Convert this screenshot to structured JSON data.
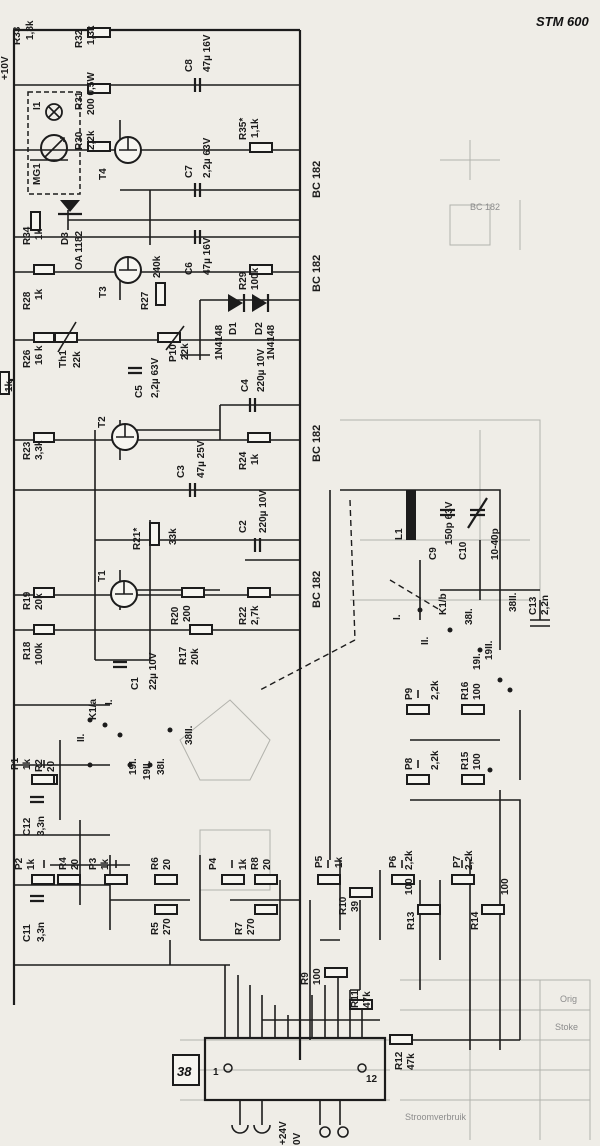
{
  "title": "STM 600",
  "connector_number": "38",
  "connector_pins": [
    "1",
    "12"
  ],
  "supply": {
    "plus10v": "+10V",
    "plus24v": "+24V",
    "zero": "0V"
  },
  "transistors": {
    "t1": "T1",
    "t2": "T2",
    "t3": "T3",
    "t4": "T4"
  },
  "transistor_types": {
    "type": "BC 182",
    "q1": "BC 182",
    "q2": "BC 182",
    "q3": "BC 182",
    "q4": "BC 182"
  },
  "resistors": {
    "r1": {
      "ref": "R1",
      "val": ""
    },
    "r2": {
      "ref": "R2",
      "val": "20"
    },
    "r4": {
      "ref": "R4",
      "val": "20"
    },
    "r5": {
      "ref": "R5",
      "val": "270"
    },
    "r6": {
      "ref": "R6",
      "val": "20"
    },
    "r7": {
      "ref": "R7",
      "val": "270"
    },
    "r8": {
      "ref": "R8",
      "val": "20"
    },
    "r9": {
      "ref": "R9",
      "val": "100"
    },
    "r10": {
      "ref": "R10",
      "val": "39"
    },
    "r11": {
      "ref": "R11",
      "val": "47k"
    },
    "r12": {
      "ref": "R12",
      "val": "47k"
    },
    "r13": {
      "ref": "R13",
      "val": "100"
    },
    "r14": {
      "ref": "R14",
      "val": "100"
    },
    "r15": {
      "ref": "R15",
      "val": "100"
    },
    "r16": {
      "ref": "R16",
      "val": "100"
    },
    "r17": {
      "ref": "R17",
      "val": "20k"
    },
    "r18": {
      "ref": "R18",
      "val": "100k"
    },
    "r19": {
      "ref": "R19",
      "val": "20k"
    },
    "r20": {
      "ref": "R20",
      "val": "200"
    },
    "r21": {
      "ref": "R21*",
      "val": "33k"
    },
    "r22": {
      "ref": "R22",
      "val": "2,7k"
    },
    "r23": {
      "ref": "R23",
      "val": "3,3k"
    },
    "r24": {
      "ref": "R24",
      "val": "1k"
    },
    "r26": {
      "ref": "R26",
      "val": "16 k"
    },
    "r27": {
      "ref": "R27",
      "val": "240k"
    },
    "r28": {
      "ref": "R28",
      "val": "1k"
    },
    "r29": {
      "ref": "R29",
      "val": "100k"
    },
    "r30": {
      "ref": "R30",
      "val": "2,2k"
    },
    "r31": {
      "ref": "R31",
      "val": "200 0,5W"
    },
    "r32": {
      "ref": "R32",
      "val": "1,3k"
    },
    "r33": {
      "ref": "R33",
      "val": "1,8k"
    },
    "r34": {
      "ref": "R34",
      "val": "1k"
    },
    "r35": {
      "ref": "R35*",
      "val": "1,1k"
    },
    "r_edge": {
      "ref": "",
      "val": "1k"
    }
  },
  "pots": {
    "p1": {
      "ref": "P1",
      "val": "1k"
    },
    "p2": {
      "ref": "P2",
      "val": "1k"
    },
    "p3": {
      "ref": "P3",
      "val": "1k"
    },
    "p4": {
      "ref": "P4",
      "val": "1k"
    },
    "p5": {
      "ref": "P5",
      "val": "1k"
    },
    "p6": {
      "ref": "P6",
      "val": "2,2k"
    },
    "p7": {
      "ref": "P7",
      "val": "2,2k"
    },
    "p8": {
      "ref": "P8",
      "val": "2,2k"
    },
    "p9": {
      "ref": "P9",
      "val": "2,2k"
    },
    "p10": {
      "ref": "P10",
      "val": "22k"
    }
  },
  "capacitors": {
    "c1": {
      "ref": "C1",
      "val": "22µ 10V"
    },
    "c2": {
      "ref": "C2",
      "val": "220µ 10V"
    },
    "c3": {
      "ref": "C3",
      "val": "47µ 25V"
    },
    "c4": {
      "ref": "C4",
      "val": "220µ 10V"
    },
    "c5": {
      "ref": "C5",
      "val": "2,2µ 63V"
    },
    "c6": {
      "ref": "C6",
      "val": "47µ 16V"
    },
    "c7": {
      "ref": "C7",
      "val": "2,2µ 63V"
    },
    "c8": {
      "ref": "C8",
      "val": "47µ 16V"
    },
    "c9": {
      "ref": "C9",
      "val": "150p 63V"
    },
    "c10": {
      "ref": "C10",
      "val": "10-40p"
    },
    "c11": {
      "ref": "C11",
      "val": "3,3n"
    },
    "c12": {
      "ref": "C12",
      "val": "3,3n"
    },
    "c13": {
      "ref": "C13",
      "val": "2,2n"
    }
  },
  "diodes": {
    "d1": {
      "ref": "D1",
      "val": "1N4148"
    },
    "d2": {
      "ref": "D2",
      "val": "1N4148"
    },
    "d3": {
      "ref": "D3",
      "val": "OA 1182"
    }
  },
  "thermistor": {
    "ref": "Th1",
    "val": "22k"
  },
  "inductor": {
    "ref": "L1"
  },
  "meter": {
    "ref": "MG1",
    "lamp": "I1"
  },
  "switch": {
    "k1a": "K1/a",
    "k1b": "K1/b"
  },
  "ranges": [
    "I.",
    "II.",
    "19I.",
    "19II.",
    "38I.",
    "38II."
  ]
}
